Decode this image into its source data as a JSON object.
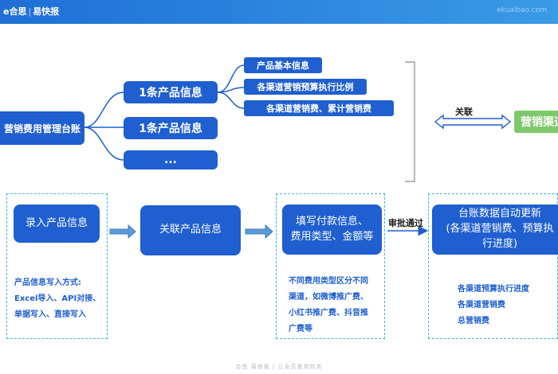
{
  "header": {
    "logo_brand": "e合思",
    "logo_product": "易快报",
    "top_right_text": "ekuaibao.com"
  },
  "diagram": {
    "root": "营销费用管理台账",
    "records": [
      "1条产品信息",
      "1条产品信息",
      "..."
    ],
    "attributes": [
      "产品基本信息",
      "各渠道营销预算执行比例",
      "各渠道营销费、累计营销费"
    ],
    "relation_label": "关联",
    "channel_box": "营销渠道"
  },
  "flow": {
    "steps": [
      "录入产品信息",
      "关联产品信息",
      "填写付款信息、\n费用类型、金额等",
      "台账数据自动更新\n(各渠道营销费、预算执行进度)"
    ],
    "approval_label": "审批通过",
    "notes": {
      "step1": [
        "产品信息写入方式:",
        "Excel导入、API对接、",
        "单据写入、直接写入"
      ],
      "step3": [
        "不同费用类型区分不同",
        "渠道，如微博推广费、",
        "小红书推广费、抖音推",
        "广费等"
      ],
      "step4": [
        "各渠道预算执行进度",
        "各渠道营销费",
        "总营销费"
      ]
    }
  },
  "footer": {
    "text": "合思  易快报  |  让全员爱用财务"
  },
  "colors": {
    "primary_blue": "#1f5fcf",
    "green": "#7dc96a",
    "dashed_border": "#3ab8d8",
    "header_bar": "#1f6fd6"
  }
}
